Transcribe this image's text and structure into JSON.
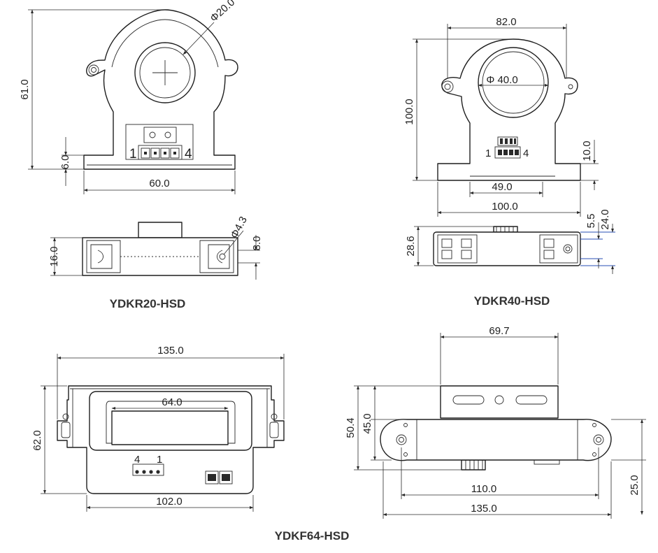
{
  "captions": {
    "ydkr20": "YDKR20-HSD",
    "ydkr40": "YDKR40-HSD",
    "ydkf64": "YDKF64-HSD"
  },
  "ydkr20": {
    "diameter": "Φ20.0",
    "height": "61.0",
    "base_height": "6.0",
    "width": "60.0",
    "depth": "16.0",
    "slot": "8.0",
    "hole": "Φ4.3",
    "pin_first": "1",
    "pin_last": "4"
  },
  "ydkr40": {
    "width_top": "82.0",
    "diameter": "Φ 40.0",
    "height": "100.0",
    "base_height": "10.0",
    "center_offset": "49.0",
    "width": "100.0",
    "top_margin": "5.5",
    "side_height": "24.0",
    "depth": "28.6",
    "pin_first": "1",
    "pin_last": "4"
  },
  "ydkf64": {
    "width": "135.0",
    "window": "64.0",
    "height": "62.0",
    "base_width": "102.0",
    "pin_left": "4",
    "pin_right": "1",
    "bracket_width": "69.7",
    "total_height": "50.4",
    "bracket_height": "45.0",
    "hole_spacing": "110.0",
    "base_length": "135.0",
    "side_height": "25.0"
  }
}
